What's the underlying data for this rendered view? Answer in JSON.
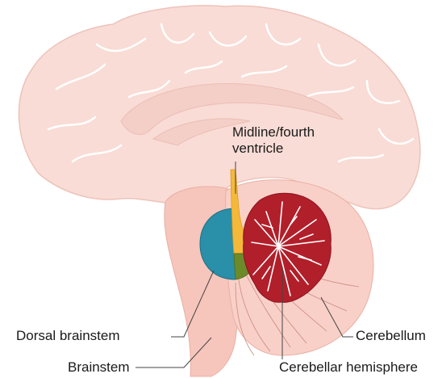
{
  "labels": {
    "midline_line1": "Midline/fourth",
    "midline_line2": "ventricle",
    "dorsal_brainstem": "Dorsal brainstem",
    "brainstem": "Brainstem",
    "cerebellum": "Cerebellum",
    "cerebellar_hemisphere": "Cerebellar hemisphere"
  },
  "colors": {
    "cerebrum": "#f9dcd6",
    "cerebrum_outline": "#eec3ba",
    "sulci": "#ffffff",
    "corpus_callosum": "#f4cfc8",
    "brainstem_region": "#f6c5bb",
    "dorsal_brainstem": "#2a8fa8",
    "midline_ventricle": "#f5b93a",
    "overlap_region": "#6b8a2a",
    "cerebellum": "#b11f2a",
    "cerebellum_folia": "#ffffff",
    "leader_line": "#444444"
  }
}
